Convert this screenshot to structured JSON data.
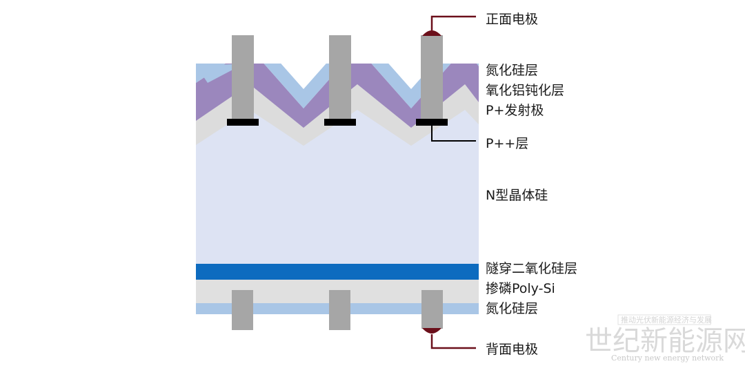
{
  "labels": {
    "front_electrode": "正面电极",
    "silicon_nitride_top": "氮化硅层",
    "aluminum_oxide": "氧化铝钝化层",
    "p_emitter": "P+发射极",
    "p_plus_plus": "P++层",
    "n_type_silicon": "N型晶体硅",
    "tunnel_oxide": "隧穿二氧化硅层",
    "doped_poly": "掺磷Poly-Si",
    "silicon_nitride_bottom": "氮化硅层",
    "back_electrode": "背面电极"
  },
  "watermark": {
    "top_text": "推动光伏新能源经济与发展",
    "cn": "世纪新能源网",
    "en": "Century new energy network"
  },
  "colors": {
    "silicon_nitride": "#a9c6e6",
    "aluminum_oxide": "#9b87bd",
    "p_emitter": "#dcdcdc",
    "n_silicon": "#dde3f3",
    "tunnel_oxide": "#0d6bbf",
    "doped_poly": "#e0e0e0",
    "electrode": "#a6a6a6",
    "contact": "#000000",
    "leader_line": "#6b0f1a"
  }
}
